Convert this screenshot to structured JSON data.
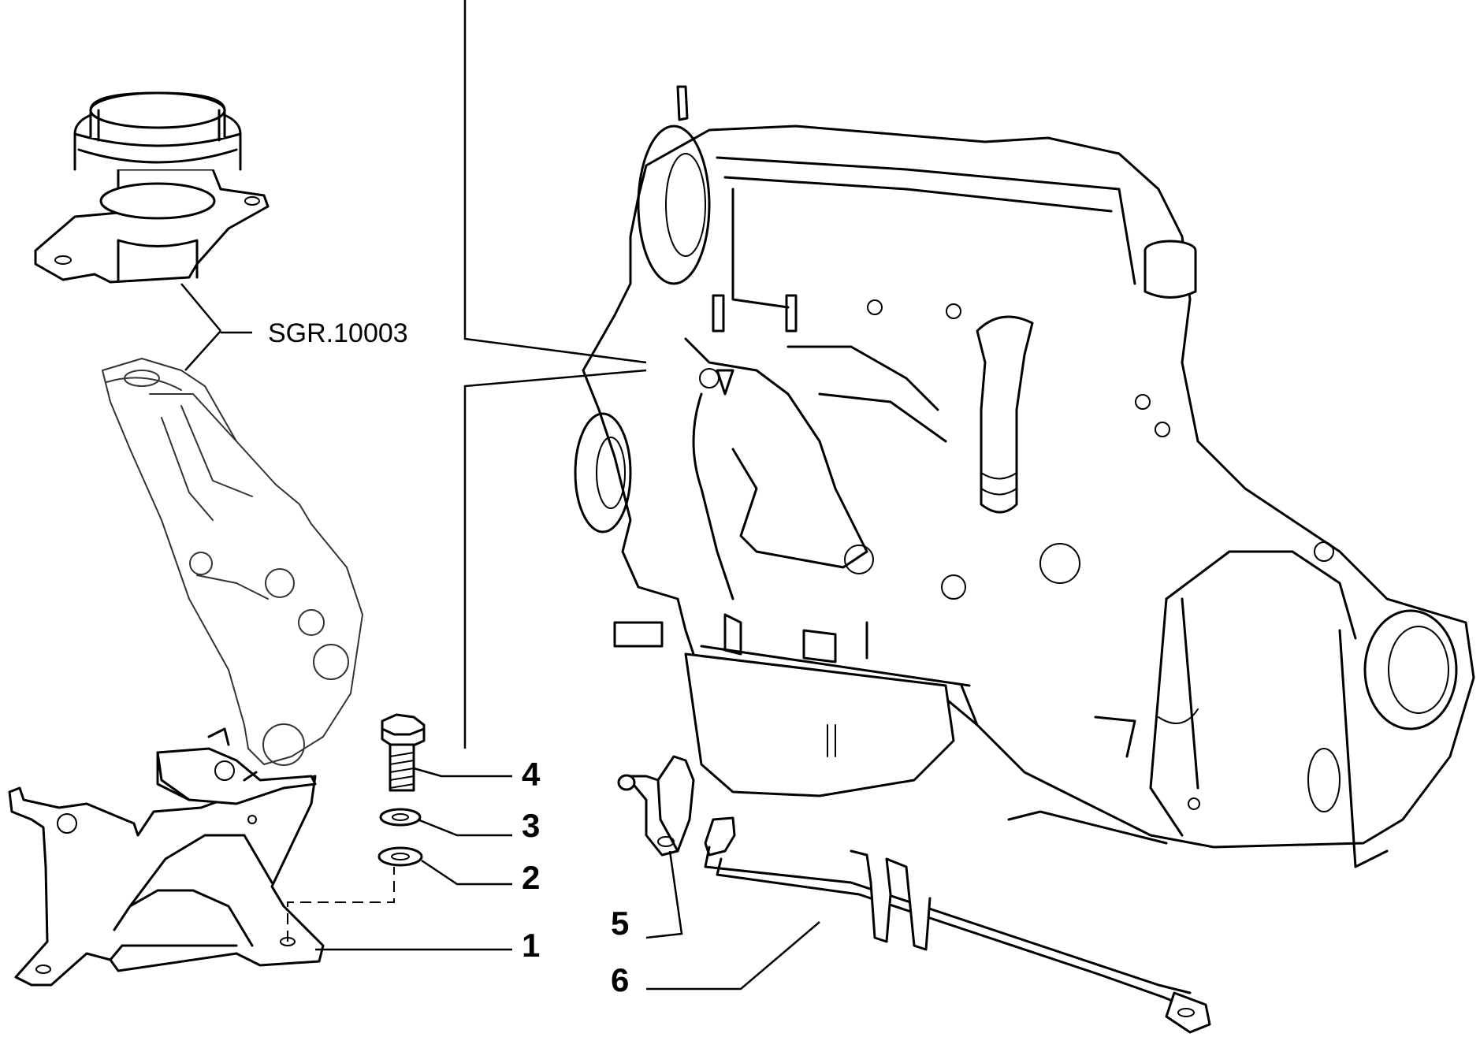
{
  "diagram": {
    "reference_label": "SGR.10003",
    "callouts": [
      {
        "id": "1",
        "text": "1"
      },
      {
        "id": "2",
        "text": "2"
      },
      {
        "id": "3",
        "text": "3"
      },
      {
        "id": "4",
        "text": "4"
      },
      {
        "id": "5",
        "text": "5"
      },
      {
        "id": "6",
        "text": "6"
      }
    ]
  }
}
